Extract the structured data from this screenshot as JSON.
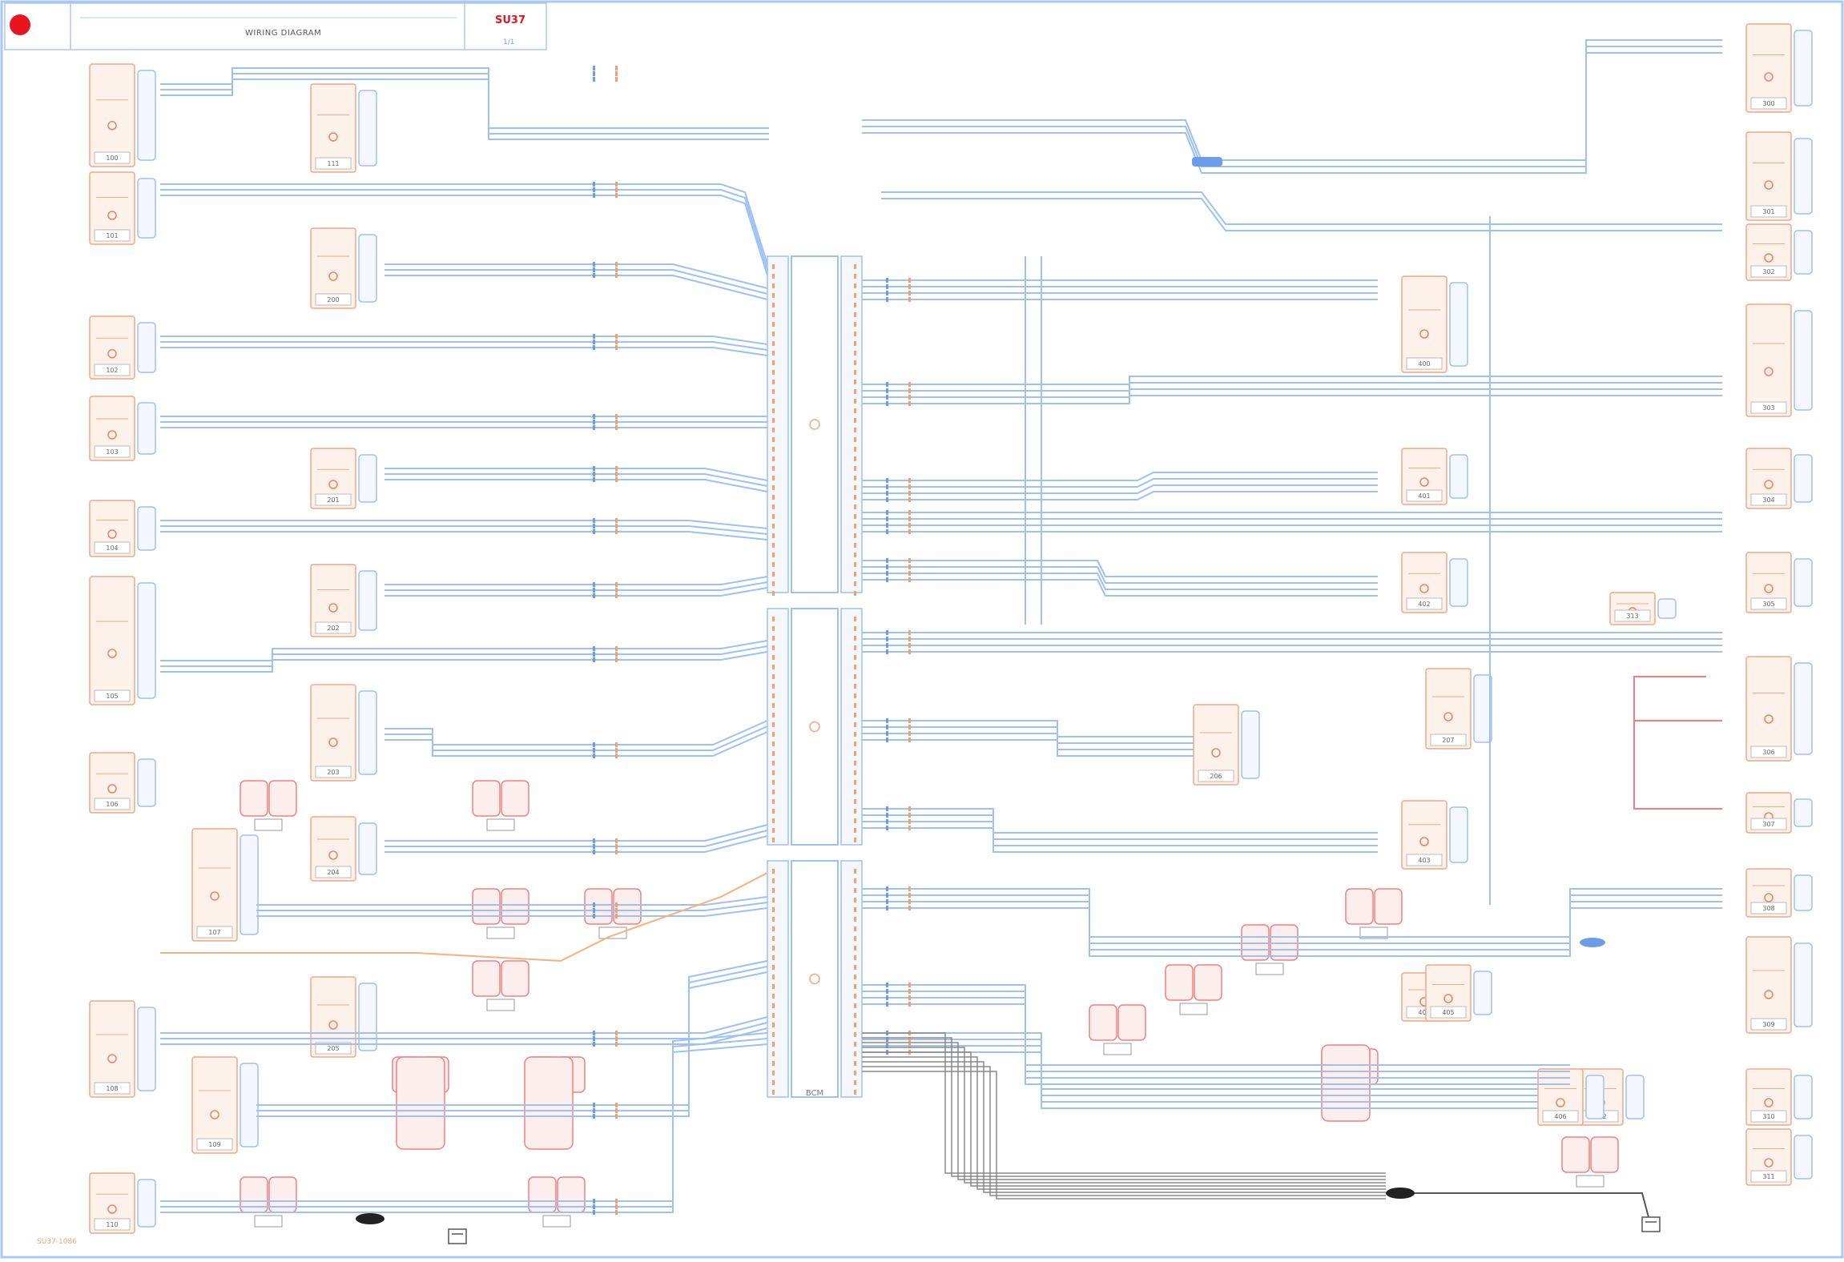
{
  "title_block": {
    "title": "WIRING DIAGRAM",
    "code": "SU37",
    "page": "1/1"
  },
  "footnote": "SU37-1086",
  "colors": {
    "frame": "#a9c8f5",
    "wire": "#9cc1f2",
    "wire_dark": "#6b9de8",
    "pin_label": "#f2a070",
    "component_fill": "#fdf2ea",
    "component_stroke": "#f0a888",
    "connector_fill": "#f4f8fe",
    "ground": "#222222",
    "harness_gray": "#8a8a8a",
    "logo_red": "#e8141e",
    "highlight_red": "#f08080"
  },
  "central_module": {
    "label": "BCM"
  },
  "left_components": [
    {
      "id": "left-1",
      "code": "100"
    },
    {
      "id": "left-2",
      "code": "101"
    },
    {
      "id": "left-3",
      "code": "102"
    },
    {
      "id": "left-4",
      "code": "103"
    },
    {
      "id": "left-5",
      "code": "104"
    },
    {
      "id": "left-6",
      "code": "105"
    },
    {
      "id": "left-7",
      "code": "106"
    },
    {
      "id": "left-8",
      "code": "107"
    },
    {
      "id": "left-9",
      "code": "108"
    },
    {
      "id": "left-10",
      "code": "109"
    },
    {
      "id": "left-11",
      "code": "110"
    },
    {
      "id": "left-12",
      "code": "111"
    }
  ],
  "mid_components": [
    {
      "id": "mid-1",
      "code": "200"
    },
    {
      "id": "mid-2",
      "code": "201"
    },
    {
      "id": "mid-3",
      "code": "202"
    },
    {
      "id": "mid-4",
      "code": "203"
    },
    {
      "id": "mid-5",
      "code": "204"
    },
    {
      "id": "mid-6",
      "code": "205"
    },
    {
      "id": "mid-7",
      "code": "206"
    },
    {
      "id": "mid-8",
      "code": "207"
    }
  ],
  "right_components": [
    {
      "id": "right-1",
      "code": "300"
    },
    {
      "id": "right-2",
      "code": "301"
    },
    {
      "id": "right-3",
      "code": "302"
    },
    {
      "id": "right-4",
      "code": "303"
    },
    {
      "id": "right-5",
      "code": "304"
    },
    {
      "id": "right-6",
      "code": "305"
    },
    {
      "id": "right-7",
      "code": "306"
    },
    {
      "id": "right-8",
      "code": "307"
    },
    {
      "id": "right-9",
      "code": "308"
    },
    {
      "id": "right-10",
      "code": "309"
    },
    {
      "id": "right-11",
      "code": "310"
    },
    {
      "id": "right-12",
      "code": "311"
    },
    {
      "id": "right-13",
      "code": "312"
    },
    {
      "id": "right-14",
      "code": "313"
    }
  ],
  "inner_right_components": [
    {
      "id": "inner-1",
      "code": "400"
    },
    {
      "id": "inner-2",
      "code": "401"
    },
    {
      "id": "inner-3",
      "code": "402"
    },
    {
      "id": "inner-4",
      "code": "403"
    },
    {
      "id": "inner-5",
      "code": "404"
    },
    {
      "id": "inner-6",
      "code": "405"
    },
    {
      "id": "inner-7",
      "code": "406"
    }
  ]
}
